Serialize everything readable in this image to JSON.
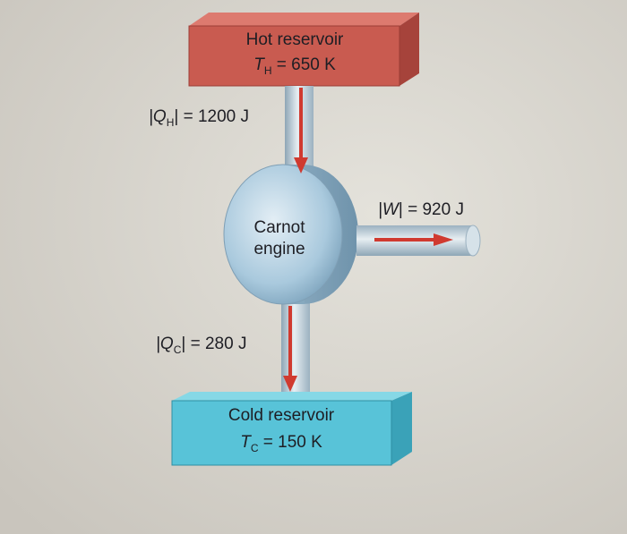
{
  "hot_reservoir": {
    "title": "Hot reservoir",
    "temperature_symbol": "T",
    "temperature_subscript": "H",
    "temperature_value": " = 650 K"
  },
  "cold_reservoir": {
    "title": "Cold reservoir",
    "temperature_symbol": "T",
    "temperature_subscript": "C",
    "temperature_value": " = 150 K"
  },
  "engine": {
    "line1": "Carnot",
    "line2": "engine"
  },
  "heat_in": {
    "symbol": "|Q",
    "subscript": "H",
    "value": "| = 1200 J"
  },
  "heat_out": {
    "symbol": "|Q",
    "subscript": "C",
    "value": "| = 280 J"
  },
  "work": {
    "symbol": "|W",
    "value": "| = 920 J"
  },
  "colors": {
    "hot_front": "#c95b50",
    "hot_side": "#a6433b",
    "hot_top": "#dd7a6f",
    "cold_front": "#58c3d8",
    "cold_side": "#3aa2b8",
    "cold_top": "#86d8e6",
    "arrow": "#d03a30",
    "pipe": "#c9d6de",
    "engine": "#a8cbe0"
  }
}
